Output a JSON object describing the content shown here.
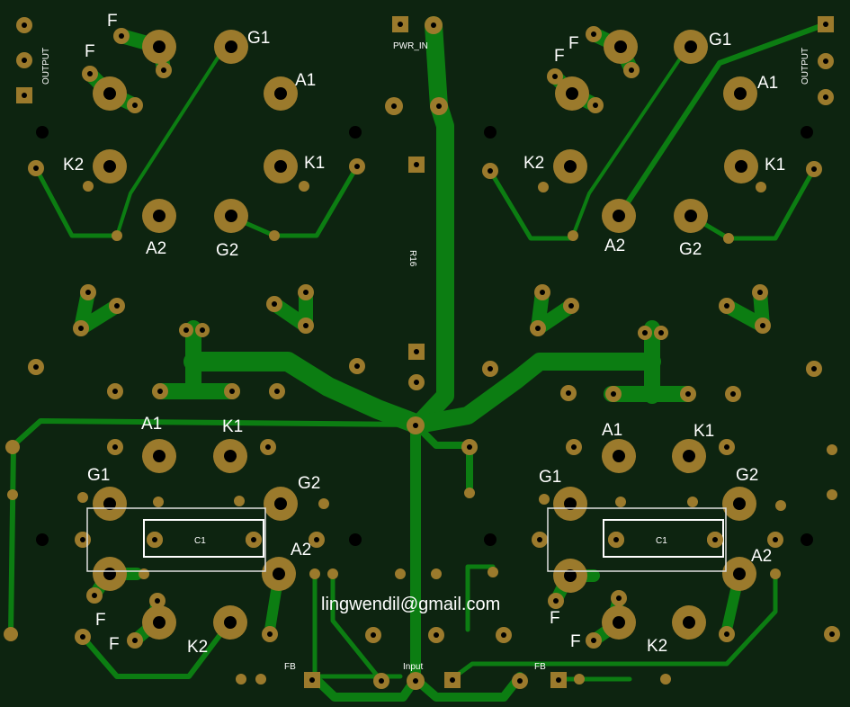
{
  "board": {
    "background": "#0d2410",
    "copper_color": "#0c7d12",
    "pad_color": "#9b7a2c",
    "silk_color": "#ffffff"
  },
  "labels": {
    "pwr_in": "PWR_IN",
    "output_left": "OUTPUT",
    "output_right": "OUTPUT",
    "r16": "R16",
    "email": "lingwendil@gmail.com",
    "input": "Input",
    "fb_left": "FB",
    "fb_right": "FB",
    "c1_left": "C1",
    "c1_right": "C1",
    "tl_f1": "F",
    "tl_f2": "F",
    "tl_g1": "G1",
    "tl_a1": "A1",
    "tl_k2": "K2",
    "tl_k1": "K1",
    "tl_a2": "A2",
    "tl_g2": "G2",
    "tr_f1": "F",
    "tr_f2": "F",
    "tr_g1": "G1",
    "tr_a1": "A1",
    "tr_k2": "K2",
    "tr_k1": "K1",
    "tr_a2": "A2",
    "tr_g2": "G2",
    "bl_a1": "A1",
    "bl_k1": "K1",
    "bl_g1": "G1",
    "bl_g2": "G2",
    "bl_a2": "A2",
    "bl_f1": "F",
    "bl_f2": "F",
    "bl_k2": "K2",
    "br_a1": "A1",
    "br_k1": "K1",
    "br_g1": "G1",
    "br_g2": "G2",
    "br_a2": "A2",
    "br_f1": "F",
    "br_f2": "F",
    "br_k2": "K2"
  }
}
